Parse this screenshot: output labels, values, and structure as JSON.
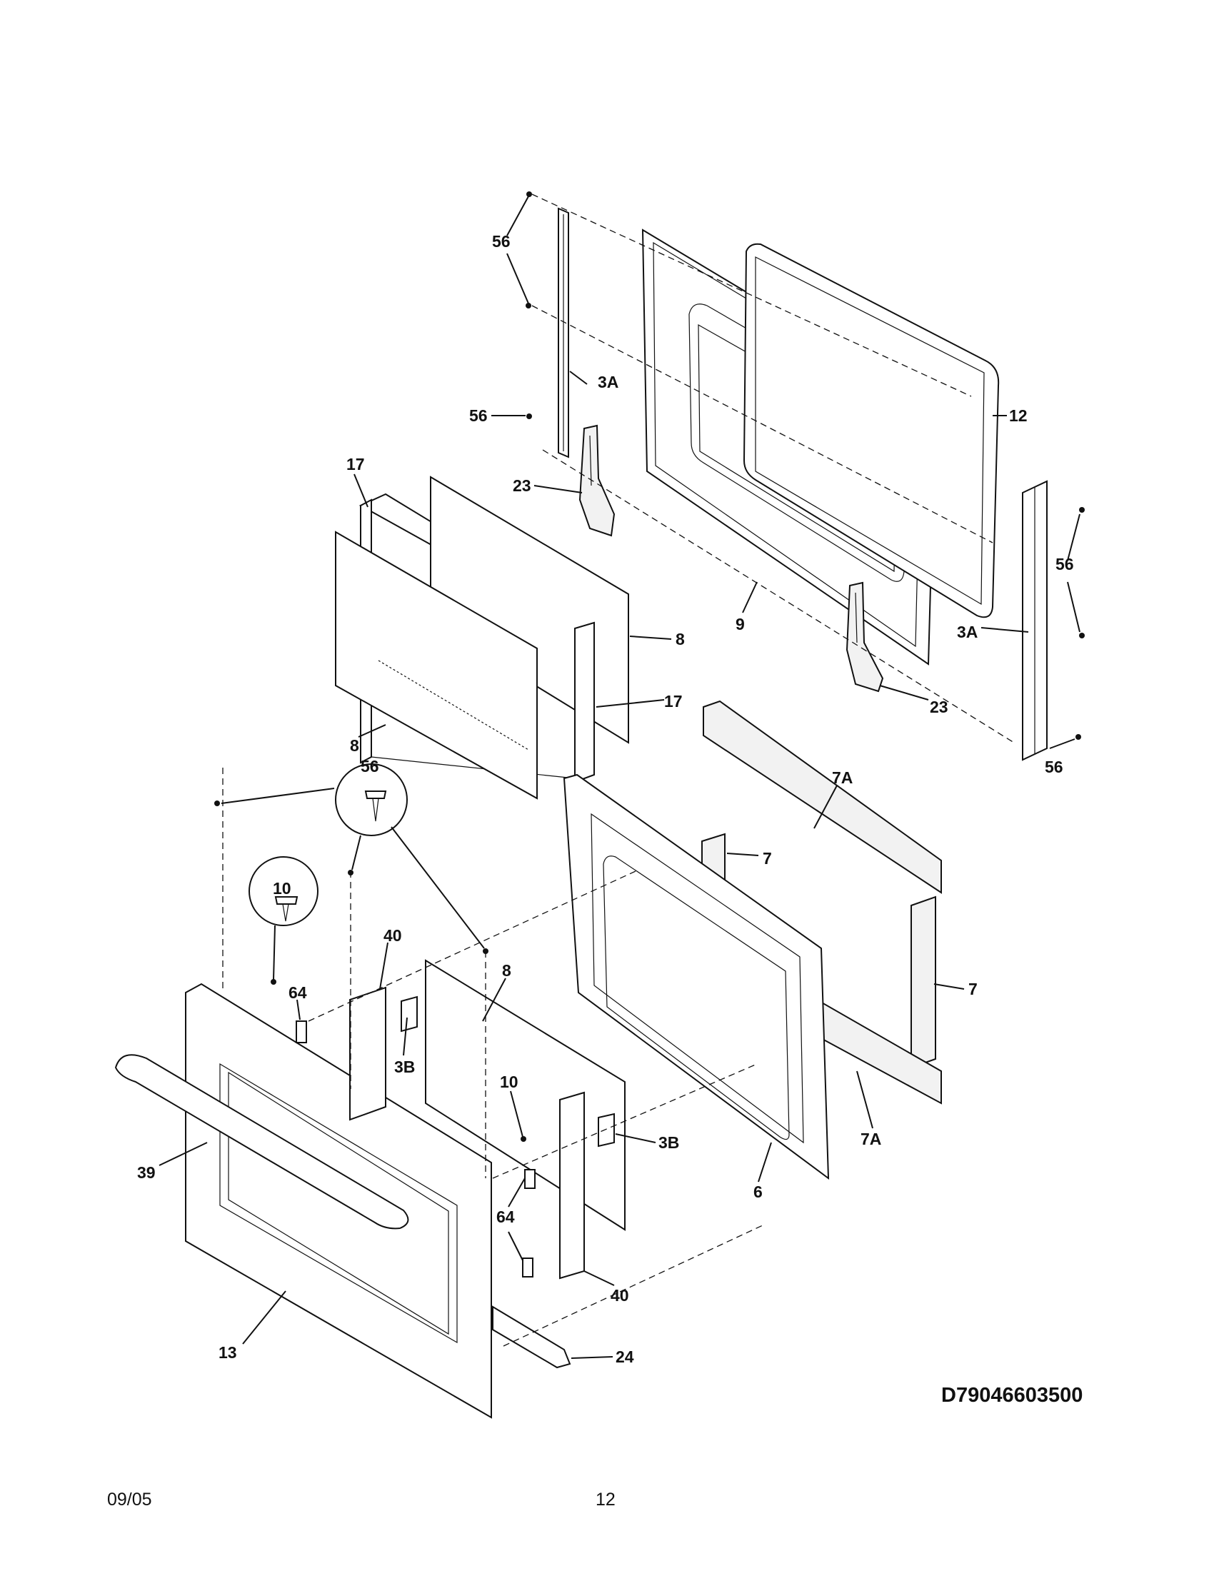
{
  "diagram": {
    "id_code": "D79046603500",
    "callouts": [
      "56",
      "56",
      "3A",
      "56",
      "12",
      "17",
      "23",
      "8",
      "17",
      "9",
      "56",
      "3A",
      "23",
      "8",
      "7A",
      "56",
      "7",
      "10",
      "40",
      "64",
      "8",
      "7",
      "3B",
      "10",
      "3B",
      "39",
      "6",
      "7A",
      "64",
      "40",
      "13",
      "24"
    ]
  },
  "footer": {
    "date": "09/05",
    "page_number": "12"
  }
}
